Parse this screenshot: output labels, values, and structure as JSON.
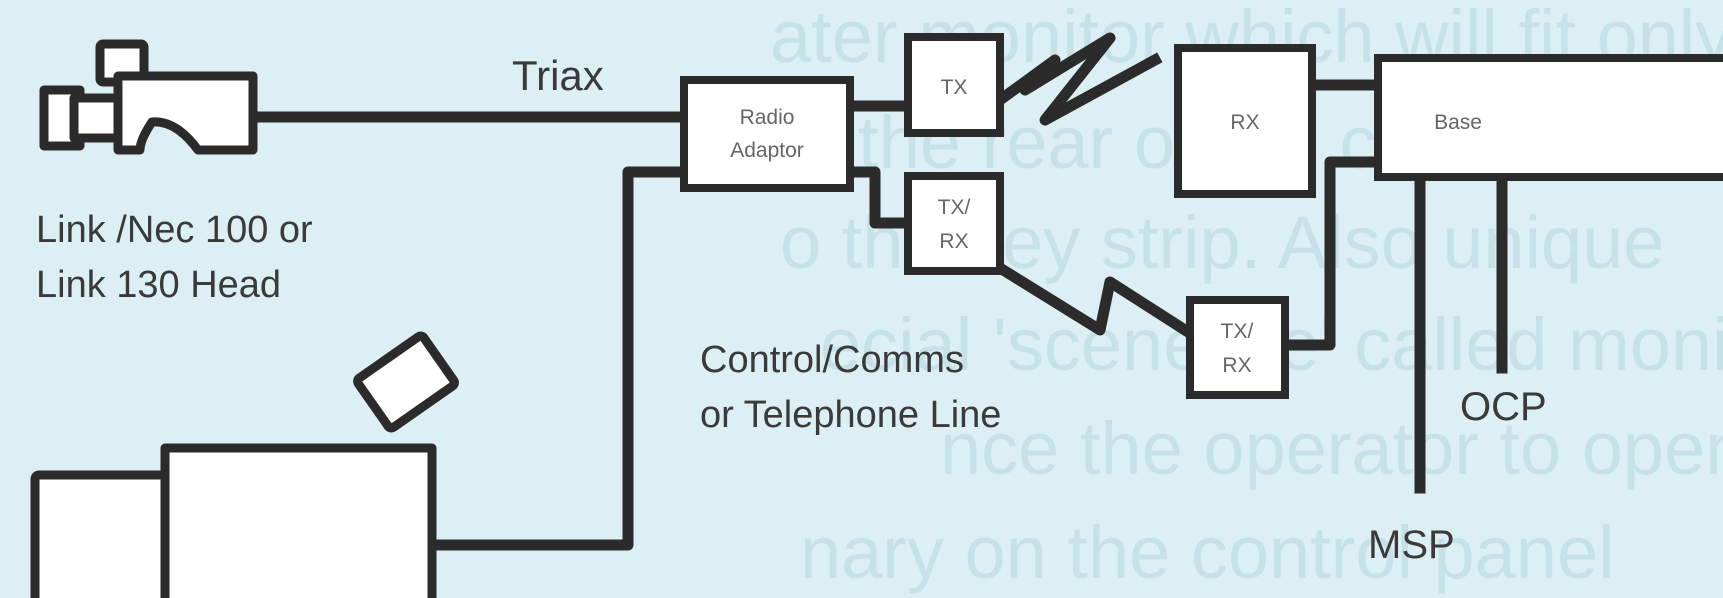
{
  "labels": {
    "triax": "Triax",
    "head_line1": "Link /Nec 100 or",
    "head_line2": "Link 130 Head",
    "control_line1": "Control/Comms",
    "control_line2": "or Telephone Line",
    "ocp": "OCP",
    "msp": "MSP"
  },
  "boxes": {
    "radio_adaptor_line1": "Radio",
    "radio_adaptor_line2": "Adaptor",
    "tx": "TX",
    "txrx_left_line1": "TX/",
    "txrx_left_line2": "RX",
    "rx": "RX",
    "txrx_right_line1": "TX/",
    "txrx_right_line2": "RX",
    "base": "Base"
  },
  "colors": {
    "background": "#dbeff4",
    "line": "#2b2b2b",
    "box_fill": "#ffffff",
    "label_text": "#3a3a3a"
  }
}
